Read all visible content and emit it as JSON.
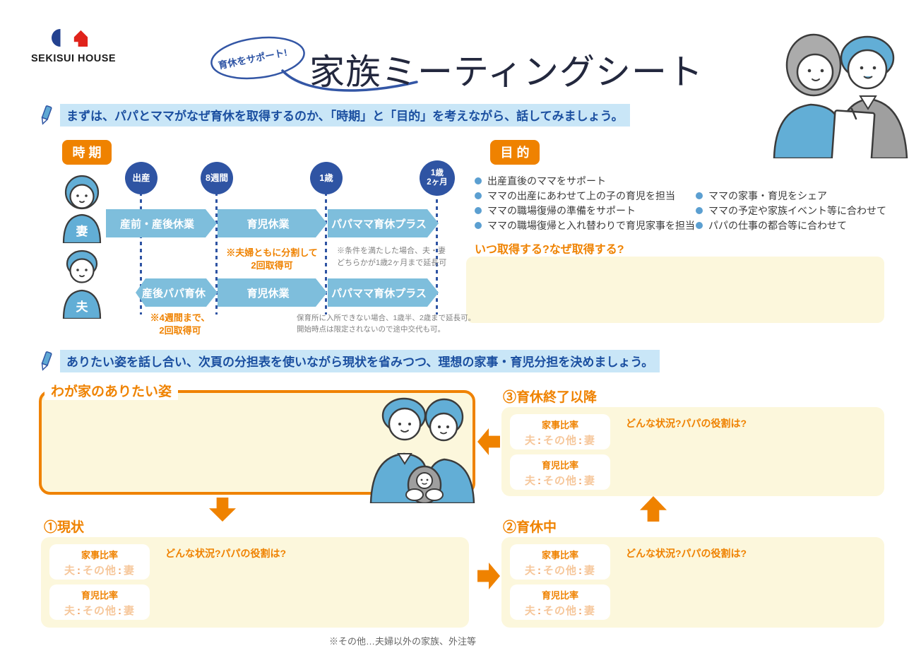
{
  "colors": {
    "accent_orange": "#EF8200",
    "light_orange_text": "#F6C79B",
    "milestone_blue": "#2F54A3",
    "bar_blue": "#7EBEDC",
    "highlight_blue": "#C9E6F7",
    "instruction_text_blue": "#1B4FA0",
    "bullet_blue": "#5B9FD1",
    "cream_box": "#FCF7DC",
    "logo_blue": "#23418F",
    "logo_red": "#E0231B"
  },
  "header": {
    "logo_text": "SEKISUI HOUSE",
    "bubble_text": "育休をサポート!",
    "title": "家族ミーティングシート"
  },
  "intro": {
    "line1": "まずは、パパとママがなぜ育休を取得するのか、「時期」と「目的」を考えながら、話してみましょう。",
    "line2": "ありたい姿を話し合い、次頁の分担表を使いながら現状を省みつつ、理想の家事・育児分担を決めましょう。"
  },
  "timeline": {
    "badge": "時期",
    "milestones": [
      "出産",
      "8週間",
      "1歳",
      "1歳\n2ヶ月"
    ],
    "wife": {
      "label": "妻",
      "bars": [
        "産前・産後休業",
        "育児休業",
        "パパママ育休プラス"
      ]
    },
    "husband": {
      "label": "夫",
      "bars": [
        "産後パパ育休",
        "育児休業",
        "パパママ育休プラス"
      ]
    },
    "note_split": "※夫婦ともに分割して\n2回取得可",
    "note_4weeks": "※4週間まで、\n2回取得可",
    "note_extend": "※条件を満たした場合、夫・妻\nどちらかが1歳2ヶ月まで延長可",
    "note_nursery": "保育所に入所できない場合、1歳半、2歳まで延長可。\n開始時点は限定されないので途中交代も可。"
  },
  "purpose": {
    "badge": "目的",
    "items_col1": [
      "出産直後のママをサポート",
      "ママの出産にあわせて上の子の育児を担当",
      "ママの職場復帰の準備をサポート",
      "ママの職場復帰と入れ替わりで育児家事を担当"
    ],
    "items_col2": [
      "ママの家事・育児をシェア",
      "ママの予定や家族イベント等に合わせて",
      "パパの仕事の都合等に合わせて"
    ],
    "question": "いつ取得する?なぜ取得する?"
  },
  "ideal": {
    "title": "わが家のありたい姿"
  },
  "status": {
    "current": "①現状",
    "during": "②育休中",
    "after": "③育休終了以降"
  },
  "labels": {
    "kaji": "家事比率",
    "ikuji": "育児比率",
    "question": "どんな状況?パパの役割は?"
  },
  "ratio": {
    "husband": "夫",
    "colon": ":",
    "other": "その他",
    "wife": "妻"
  },
  "footnote": "※その他…夫婦以外の家族、外注等"
}
